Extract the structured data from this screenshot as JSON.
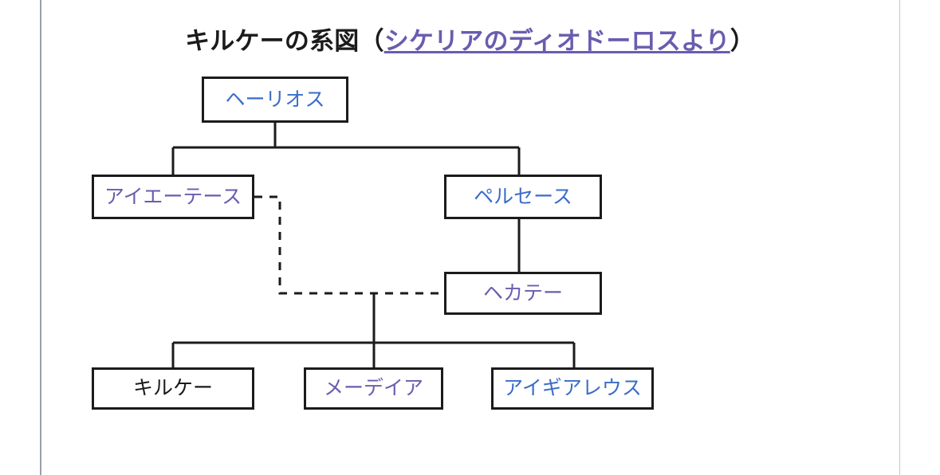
{
  "title": {
    "prefix": "キルケーの系図（",
    "link": "シケリアのディオドーロスより",
    "suffix": "）"
  },
  "colors": {
    "link_blue": "#3b6cc8",
    "link_visited": "#6a5cae",
    "text": "#1b1b1b",
    "line": "#1b1b1b",
    "background": "#ffffff",
    "rule_left": "#9aa0a8",
    "rule_right": "#c2c9d1",
    "scrollbar_thumb": "#b3b7bb"
  },
  "diagram": {
    "type": "genealogy-tree",
    "nodes": [
      {
        "id": "helios",
        "label": "ヘーリオス",
        "style": "link-blue",
        "generation": 1
      },
      {
        "id": "aeetes",
        "label": "アイエーテース",
        "style": "link-visited",
        "generation": 2
      },
      {
        "id": "perses",
        "label": "ペルセース",
        "style": "link-blue",
        "generation": 2
      },
      {
        "id": "hecate",
        "label": "ヘカテー",
        "style": "link-visited",
        "generation": 3
      },
      {
        "id": "circe",
        "label": "キルケー",
        "style": "text-plain",
        "generation": 4
      },
      {
        "id": "medea",
        "label": "メーデイア",
        "style": "link-visited",
        "generation": 4
      },
      {
        "id": "aegialeus",
        "label": "アイギアレウス",
        "style": "link-blue",
        "generation": 4
      }
    ],
    "edges": [
      {
        "from": "helios",
        "to": "aeetes",
        "kind": "solid"
      },
      {
        "from": "helios",
        "to": "perses",
        "kind": "solid"
      },
      {
        "from": "perses",
        "to": "hecate",
        "kind": "solid"
      },
      {
        "from": "aeetes",
        "to": "hecate",
        "kind": "dashed",
        "relation": "union"
      },
      {
        "from": "union",
        "to": "circe",
        "kind": "solid"
      },
      {
        "from": "union",
        "to": "medea",
        "kind": "solid"
      },
      {
        "from": "union",
        "to": "aegialeus",
        "kind": "solid"
      }
    ]
  },
  "scrollbar": {
    "position": "right"
  }
}
